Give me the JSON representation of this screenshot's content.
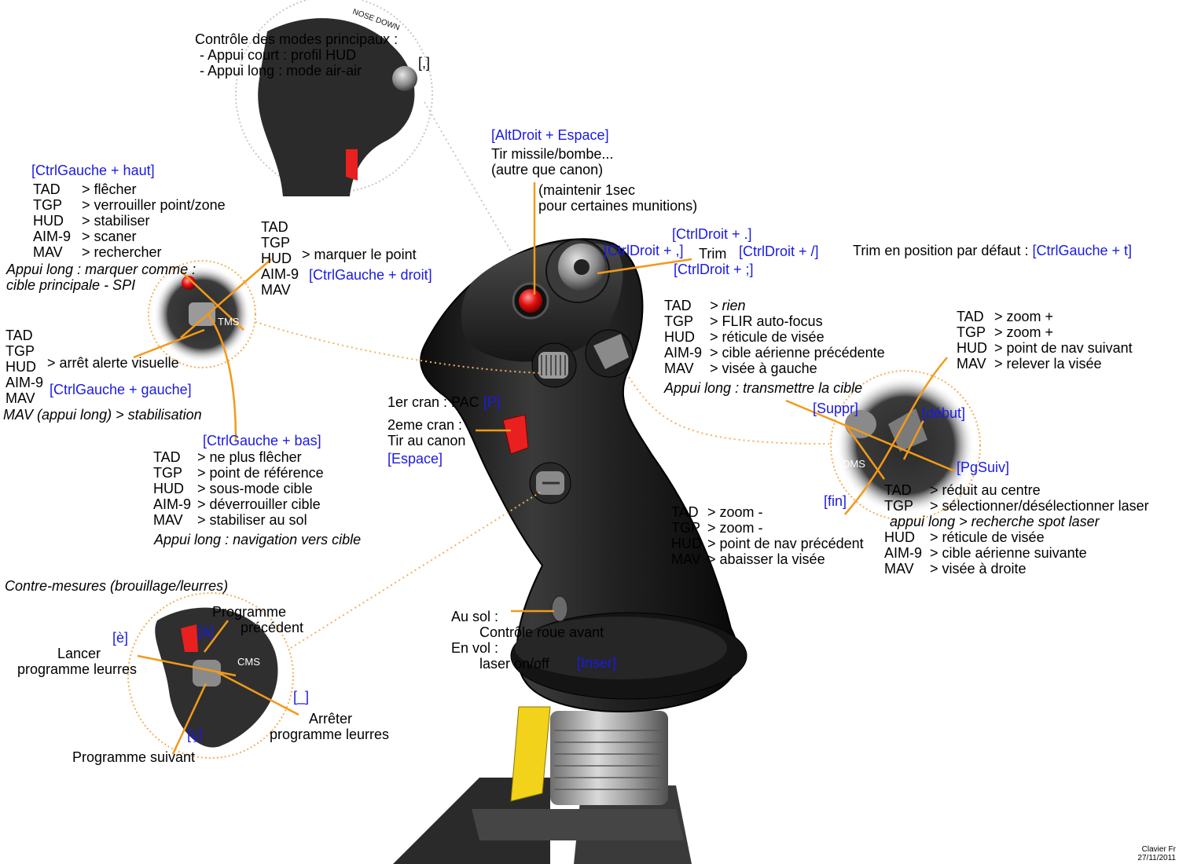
{
  "keys": {
    "shift_comma": "[,]",
    "altdroit_espace": "[AltDroit + Espace]",
    "ctrlg_haut": "[CtrlGauche + haut]",
    "ctrlg_droit": "[CtrlGauche + droit]",
    "ctrlg_gauche": "[CtrlGauche + gauche]",
    "ctrlg_bas": "[CtrlGauche + bas]",
    "ctrld_point": "[CtrlDroit + .]",
    "ctrld_virgule": "[CtrlDroit + ,]",
    "ctrld_slash": "[CtrlDroit + /]",
    "ctrld_pointvirg": "[CtrlDroit + ;]",
    "ctrlg_t": "[CtrlGauche + t]",
    "p": "[P]",
    "espace": "[Espace]",
    "suppr": "[Suppr]",
    "debut": "[début]",
    "pgsuiv": "[PgSuiv]",
    "fin": "[fin]",
    "inser": "[Inser]",
    "e_grave": "[è]",
    "a_grave": "[à]",
    "underscore": "[_]",
    "c_cedille": "[ç]"
  },
  "master_mode": {
    "line1": "Contrôle des modes principaux :",
    "line2": "- Appui court : profil HUD",
    "line3": "- Appui long : mode air-air"
  },
  "weapon_release": {
    "line1": "Tir missile/bombe...",
    "line2": "(autre que canon)",
    "line3": "(maintenir 1sec",
    "line4": "pour certaines munitions)"
  },
  "tms_up": {
    "rows": [
      {
        "mode": "TAD",
        "action": "> flêcher"
      },
      {
        "mode": "TGP",
        "action": "> verrouiller point/zone"
      },
      {
        "mode": "HUD",
        "action": "> stabiliser"
      },
      {
        "mode": "AIM-9",
        "action": "> scaner"
      },
      {
        "mode": "MAV",
        "action": "> rechercher"
      }
    ],
    "long1": "Appui long : marquer comme :",
    "long2": "cible principale - SPI"
  },
  "tms_right": {
    "modes": [
      "TAD",
      "TGP",
      "HUD",
      "AIM-9",
      "MAV"
    ],
    "action": "> marquer le point"
  },
  "tms_left": {
    "modes": [
      "TAD",
      "TGP",
      "HUD",
      "AIM-9",
      "MAV"
    ],
    "action": "> arrêt alerte visuelle",
    "long": "MAV (appui long) > stabilisation"
  },
  "tms_down": {
    "rows": [
      {
        "mode": "TAD",
        "action": "> ne plus flêcher"
      },
      {
        "mode": "TGP",
        "action": "> point de référence"
      },
      {
        "mode": "HUD",
        "action": "> sous-mode cible"
      },
      {
        "mode": "AIM-9",
        "action": "> déverrouiller cible"
      },
      {
        "mode": "MAV",
        "action": "> stabiliser au sol"
      }
    ],
    "long": "Appui long : navigation vers cible"
  },
  "trim": {
    "label": "Trim",
    "default": "Trim en position par défaut :"
  },
  "dms_left": {
    "rows": [
      {
        "mode": "TAD",
        "action": "> rien",
        "italic": true
      },
      {
        "mode": "TGP",
        "action": "> FLIR auto-focus",
        "italic": false
      },
      {
        "mode": "HUD",
        "action": "> réticule de visée",
        "italic": false
      },
      {
        "mode": "AIM-9",
        "action": "> cible aérienne précédente",
        "italic": false
      },
      {
        "mode": "MAV",
        "action": "> visée à gauche",
        "italic": false
      }
    ],
    "long": "Appui long : transmettre la cible"
  },
  "dms_up": {
    "rows": [
      {
        "mode": "TAD",
        "action": "> zoom +"
      },
      {
        "mode": "TGP",
        "action": "> zoom +"
      },
      {
        "mode": "HUD",
        "action": "> point de nav suivant"
      },
      {
        "mode": "MAV",
        "action": "> relever la visée"
      }
    ]
  },
  "dms_right": {
    "tad_mode": "TAD",
    "tad_action": "> réduit au centre",
    "tgp_mode": "TGP",
    "tgp_action": "> sélectionner/désélectionner laser",
    "long": "appui long > recherche spot laser",
    "rows": [
      {
        "mode": "HUD",
        "action": "> réticule de visée"
      },
      {
        "mode": "AIM-9",
        "action": "> cible aérienne suivante"
      },
      {
        "mode": "MAV",
        "action": "> visée à droite"
      }
    ]
  },
  "dms_down": {
    "rows": [
      {
        "mode": "TAD",
        "action": "> zoom -"
      },
      {
        "mode": "TGP",
        "action": "> zoom -"
      },
      {
        "mode": "HUD",
        "action": "> point de nav précédent"
      },
      {
        "mode": "MAV",
        "action": "> abaisser la visée"
      }
    ]
  },
  "trigger": {
    "first": "1er cran : PAC",
    "second1": "2eme cran :",
    "second2": "Tir au canon"
  },
  "nosewheel": {
    "l1": "Au sol :",
    "l2": "Contrôle roue avant",
    "l3": "En vol :",
    "l4": "laser on/off"
  },
  "cms": {
    "title": "Contre-mesures (brouillage/leurres)",
    "prev1": "Programme",
    "prev2": "précédent",
    "launch1": "Lancer",
    "launch2": "programme leurres",
    "stop1": "Arrêter",
    "stop2": "programme leurres",
    "next": "Programme suivant"
  },
  "hat_labels": {
    "tms": "TMS",
    "dms": "DMS",
    "cms": "CMS",
    "nose": "NOSE DOWN"
  },
  "credit": {
    "author": "Clavier Fr",
    "date": "27/11/2011"
  }
}
